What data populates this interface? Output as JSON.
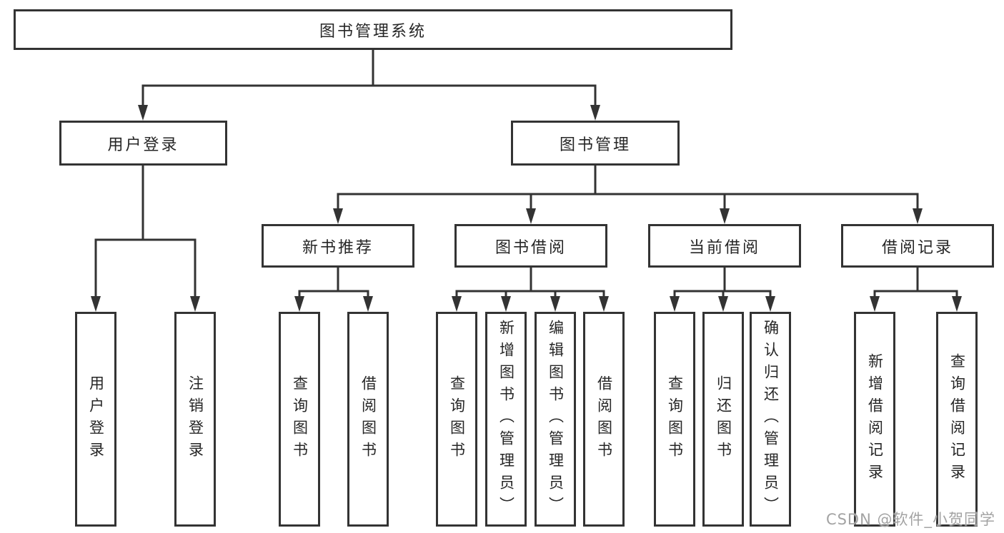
{
  "diagram": {
    "title": "图书管理系统",
    "type": "hierarchy-tree",
    "tree": {
      "label": "图书管理系统",
      "children": [
        {
          "label": "用户登录",
          "children": [
            {
              "label": "用户登录"
            },
            {
              "label": "注销登录"
            }
          ]
        },
        {
          "label": "图书管理",
          "children": [
            {
              "label": "新书推荐",
              "children": [
                {
                  "label": "查询图书"
                },
                {
                  "label": "借阅图书"
                }
              ]
            },
            {
              "label": "图书借阅",
              "children": [
                {
                  "label": "查询图书"
                },
                {
                  "label": "新增图书（管理员）"
                },
                {
                  "label": "编辑图书（管理员）"
                },
                {
                  "label": "借阅图书"
                }
              ]
            },
            {
              "label": "当前借阅",
              "children": [
                {
                  "label": "查询图书"
                },
                {
                  "label": "归还图书"
                },
                {
                  "label": "确认归还（管理员）"
                }
              ]
            },
            {
              "label": "借阅记录",
              "children": [
                {
                  "label": "新增借阅记录"
                },
                {
                  "label": "查询借阅记录"
                }
              ]
            }
          ]
        }
      ]
    }
  },
  "watermark": "CSDN @软件_小贺同学",
  "colors": {
    "line": "#333333",
    "box_border": "#333333",
    "box_fill": "#ffffff",
    "text": "#262626",
    "watermark": "#a3a3a3",
    "background": "#ffffff"
  }
}
